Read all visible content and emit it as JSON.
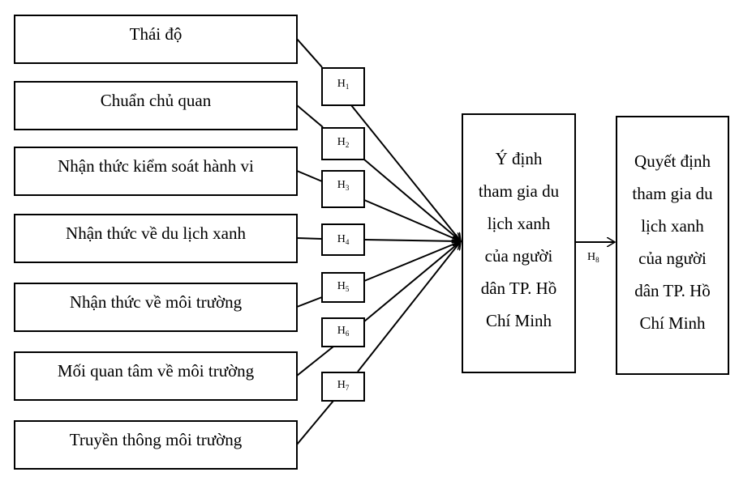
{
  "diagram": {
    "factors": [
      {
        "label": "Thái độ",
        "hypothesis": "H",
        "hypothesis_index": "1"
      },
      {
        "label": "Chuẩn chủ quan",
        "hypothesis": "H",
        "hypothesis_index": "2"
      },
      {
        "label": "Nhận thức kiểm soát hành vi",
        "hypothesis": "H",
        "hypothesis_index": "3"
      },
      {
        "label": "Nhận thức về du lịch xanh",
        "hypothesis": "H",
        "hypothesis_index": "4"
      },
      {
        "label": "Nhận thức về môi trường",
        "hypothesis": "H",
        "hypothesis_index": "5"
      },
      {
        "label": "Mối quan tâm về môi trường",
        "hypothesis": "H",
        "hypothesis_index": "6"
      },
      {
        "label": "Truyền thông môi trường",
        "hypothesis": "H",
        "hypothesis_index": "7"
      }
    ],
    "intention": {
      "lines": [
        "Ý định",
        "tham gia du",
        "lịch xanh",
        "của người",
        "dân TP. Hồ",
        "Chí Minh"
      ]
    },
    "decision": {
      "lines": [
        "Quyết định",
        "tham gia du",
        "lịch xanh",
        "của người",
        "dân TP. Hồ",
        "Chí Minh"
      ]
    },
    "final_link": {
      "hypothesis": "H",
      "hypothesis_index": "8"
    }
  }
}
